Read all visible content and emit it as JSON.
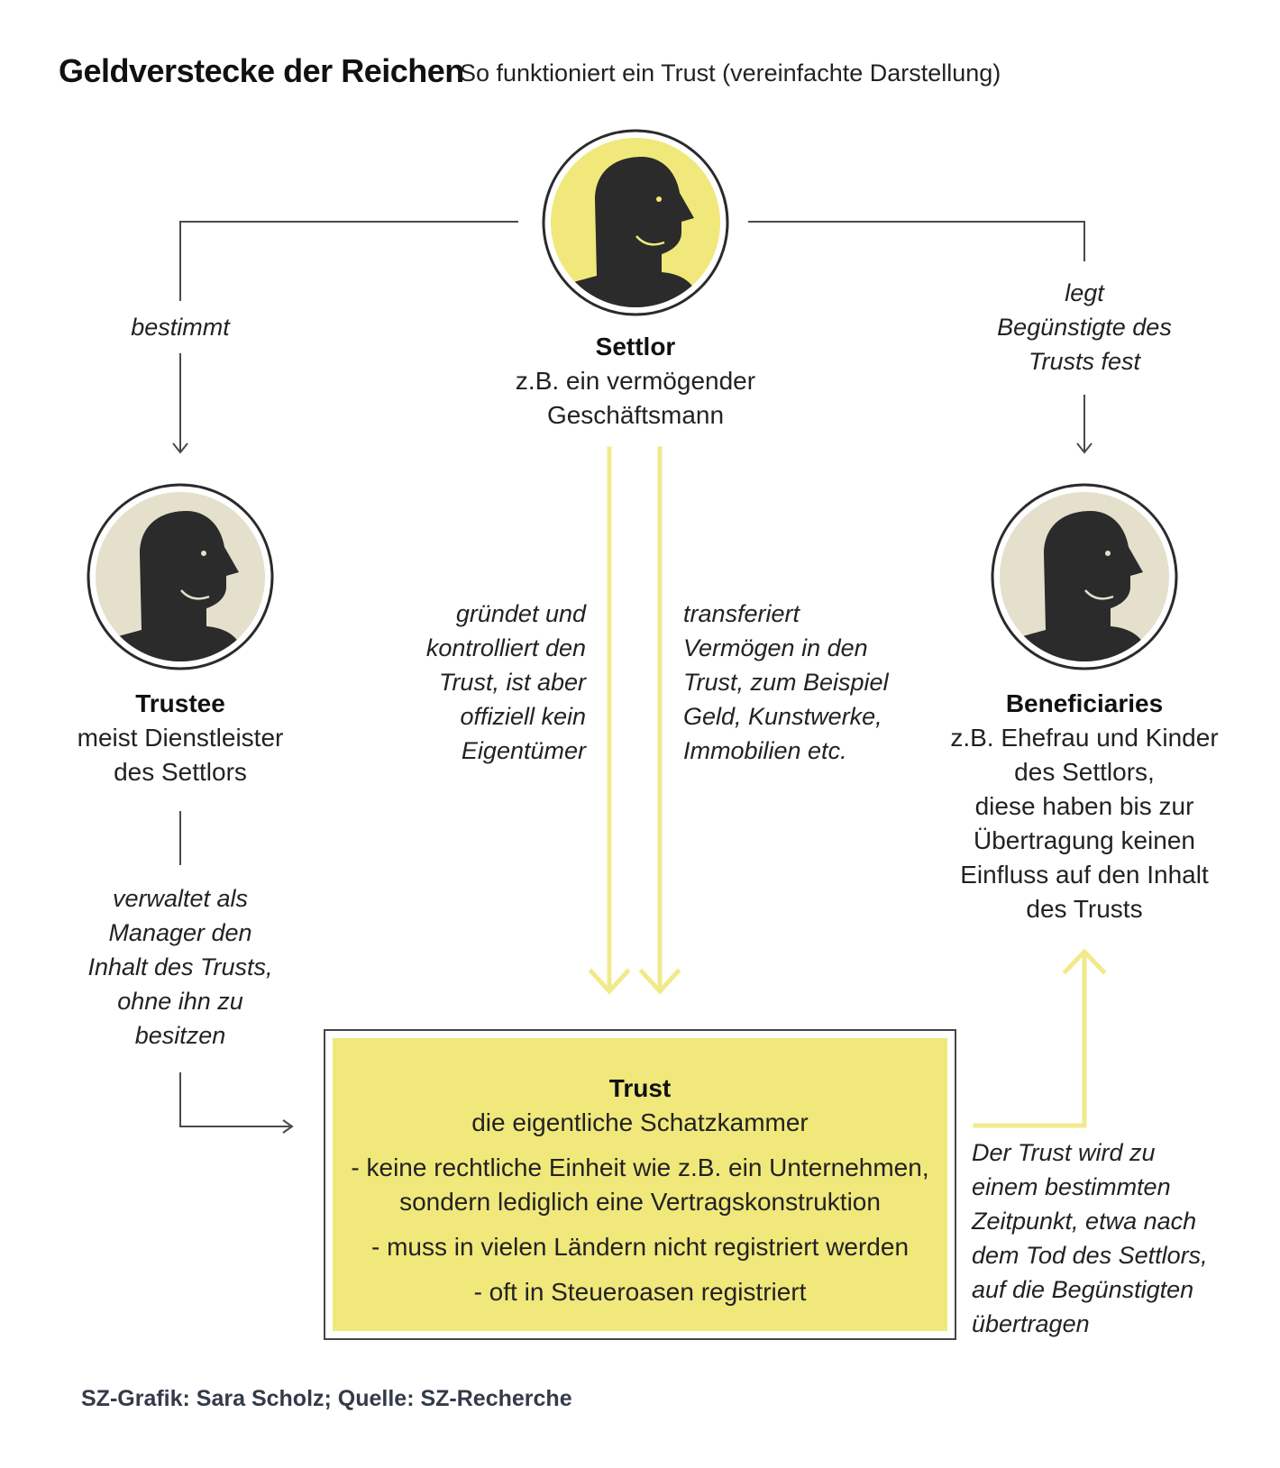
{
  "title": "Geldverstecke der Reichen",
  "subtitle": "So funktioniert ein Trust (vereinfachte Darstellung)",
  "colors": {
    "accent_yellow": "#f0e87b",
    "arrow_yellow": "#f1ea8c",
    "neutral_beige": "#e5e0cc",
    "figure": "#2b2b2b",
    "line": "#4a4a4a"
  },
  "settlor": {
    "name": "Settlor",
    "desc": [
      "z.B. ein vermögender",
      "Geschäftsmann"
    ],
    "icon": "person-icon"
  },
  "trustee": {
    "name": "Trustee",
    "desc": [
      "meist Dienstleister",
      "des Settlors"
    ],
    "icon": "person-icon"
  },
  "beneficiaries": {
    "name": "Beneficiaries",
    "desc": [
      "z.B. Ehefrau und Kinder",
      "des Settlors,",
      "diese haben bis zur",
      "Übertragung keinen",
      "Einfluss auf den Inhalt",
      "des Trusts"
    ],
    "icon": "person-icon"
  },
  "edges": {
    "bestimmt": "bestimmt",
    "legt": [
      "legt",
      "Begünstigte des",
      "Trusts fest"
    ],
    "gruendet": [
      "gründet und",
      "kontrolliert den",
      "Trust, ist aber",
      "offiziell kein",
      "Eigentümer"
    ],
    "transferiert": [
      "transferiert",
      "Vermögen in den",
      "Trust, zum Beispiel",
      "Geld, Kunstwerke,",
      "Immobilien etc."
    ],
    "verwaltet": [
      "verwaltet als",
      "Manager den",
      "Inhalt des Trusts,",
      "ohne ihn zu",
      "besitzen"
    ],
    "uebertragen": [
      "Der Trust wird zu",
      "einem bestimmten",
      "Zeitpunkt, etwa nach",
      "dem Tod des Settlors,",
      "auf die Begünstigten",
      "übertragen"
    ]
  },
  "trust": {
    "name": "Trust",
    "sub": "die eigentliche Schatzkammer",
    "points": [
      [
        "- keine rechtliche Einheit wie z.B. ein Unternehmen,",
        "sondern lediglich eine Vertragskonstruktion"
      ],
      [
        "- muss in vielen Ländern nicht registriert werden"
      ],
      [
        "- oft in Steueroasen registriert"
      ]
    ]
  },
  "source": "SZ-Grafik: Sara Scholz; Quelle: SZ-Recherche"
}
